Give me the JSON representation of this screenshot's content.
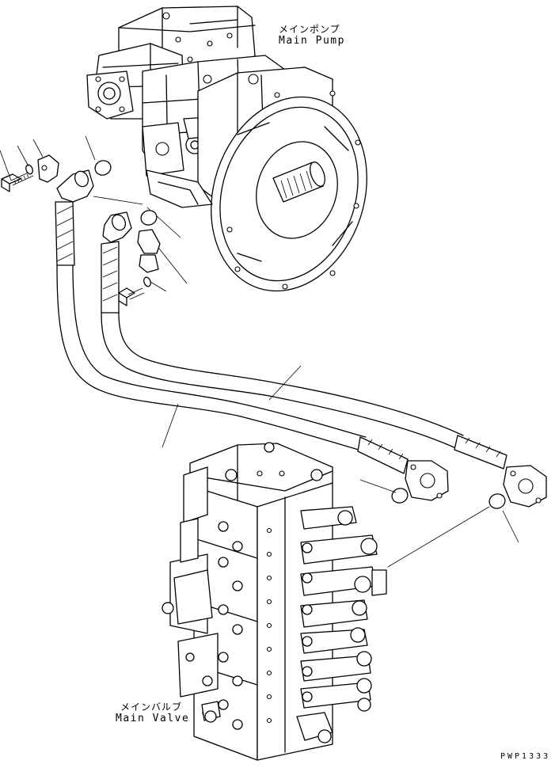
{
  "labels": {
    "main_pump_jp": "メインポンプ",
    "main_pump_en": "Main Pump",
    "main_valve_jp": "メインバルブ",
    "main_valve_en": "Main Valve",
    "drawing_code": "PWP1333"
  },
  "colors": {
    "ink": "#000000",
    "paper": "#ffffff"
  },
  "icons": [
    "bolt-icon",
    "washer-icon",
    "split-flange-icon",
    "o-ring-icon",
    "hose-icon"
  ]
}
